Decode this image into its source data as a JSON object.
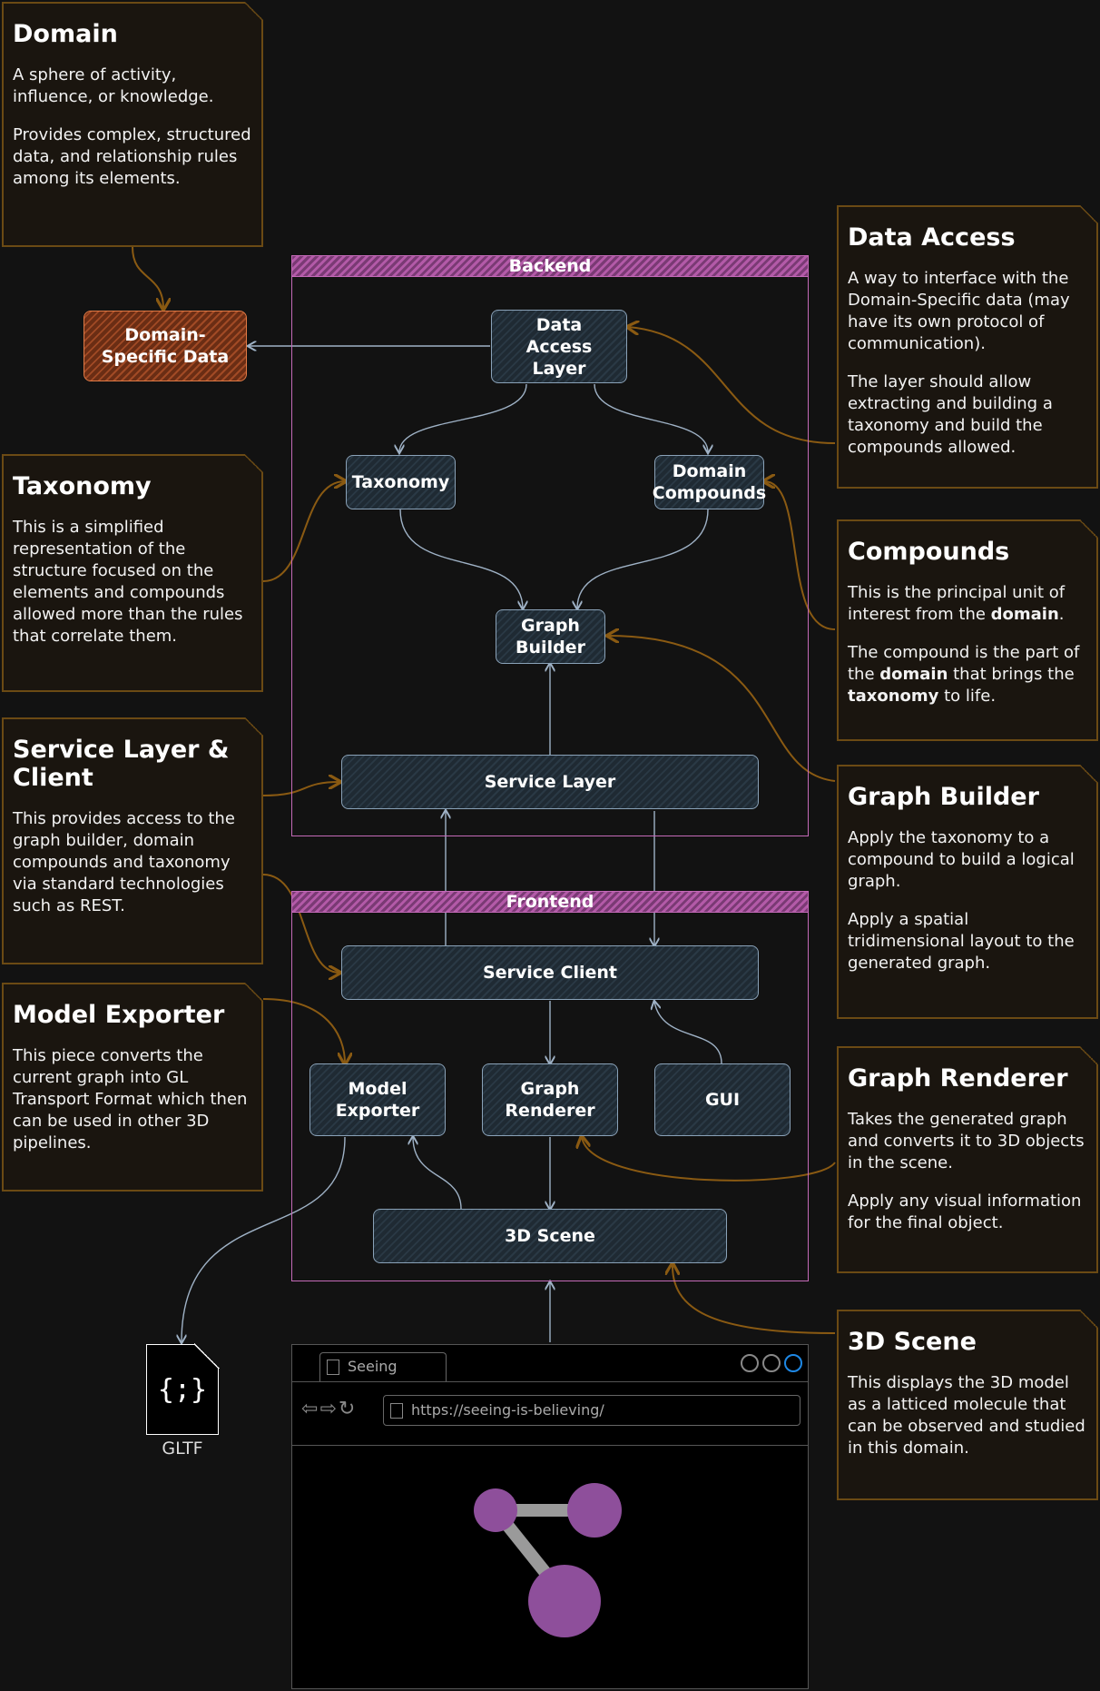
{
  "notes": {
    "domain": {
      "title": "Domain",
      "paragraphs": [
        "A sphere of activity, influence, or knowledge.",
        "Provides complex, structured data, and relationship rules among its elements."
      ]
    },
    "taxonomy": {
      "title": "Taxonomy",
      "paragraphs": [
        "This is a simplified representation of the structure focused on the elements and compounds allowed more than the rules that correlate them."
      ]
    },
    "service": {
      "title": "Service Layer & Client",
      "paragraphs": [
        "This provides access to the graph builder, domain compounds and taxonomy via standard technologies such as REST."
      ]
    },
    "exporter": {
      "title": "Model Exporter",
      "paragraphs": [
        "This piece converts the current graph into GL Transport Format which then can be used in other 3D pipelines."
      ]
    },
    "data_access": {
      "title": "Data Access",
      "paragraphs": [
        "A way to interface with the Domain-Specific data (may have its own protocol of communication).",
        "The layer should allow extracting and building a taxonomy and build the compounds allowed."
      ]
    },
    "compounds": {
      "title": "Compounds",
      "p1": [
        "This is the principal unit of interest from the ",
        "domain",
        "."
      ],
      "p2": [
        "The compound is the part of the ",
        "domain",
        " that brings the ",
        "taxonomy",
        " to life."
      ]
    },
    "graph_builder": {
      "title": "Graph Builder",
      "paragraphs": [
        "Apply the taxonomy to a compound to build a logical graph.",
        "Apply a spatial tridimensional layout to the generated graph."
      ]
    },
    "graph_renderer": {
      "title": "Graph Renderer",
      "paragraphs": [
        "Takes the generated graph and converts it to 3D objects in the scene.",
        "Apply any visual information for the final object."
      ]
    },
    "scene": {
      "title": "3D Scene",
      "paragraphs": [
        "This displays the 3D model as a latticed molecule that can be observed and studied in this domain."
      ]
    }
  },
  "groups": {
    "backend": "Backend",
    "frontend": "Frontend"
  },
  "nodes": {
    "domain_data": "Domain-Specific Data",
    "data_access_layer": "Data Access Layer",
    "taxonomy": "Taxonomy",
    "domain_compounds": "Domain Compounds",
    "graph_builder": "Graph Builder",
    "service_layer": "Service Layer",
    "service_client": "Service Client",
    "model_exporter": "Model Exporter",
    "graph_renderer": "Graph Renderer",
    "gui": "GUI",
    "scene": "3D Scene"
  },
  "browser": {
    "tab": "Seeing",
    "url": "https://seeing-is-believing/"
  },
  "file": {
    "label": "GLTF",
    "glyph": "{;}"
  },
  "colors": {
    "note_border": "#6b4a14",
    "group_border": "#c46ab8",
    "node_border": "#8aa2b8",
    "molecule": "#8e4f9b",
    "accent_dot": "#1e88e5"
  }
}
